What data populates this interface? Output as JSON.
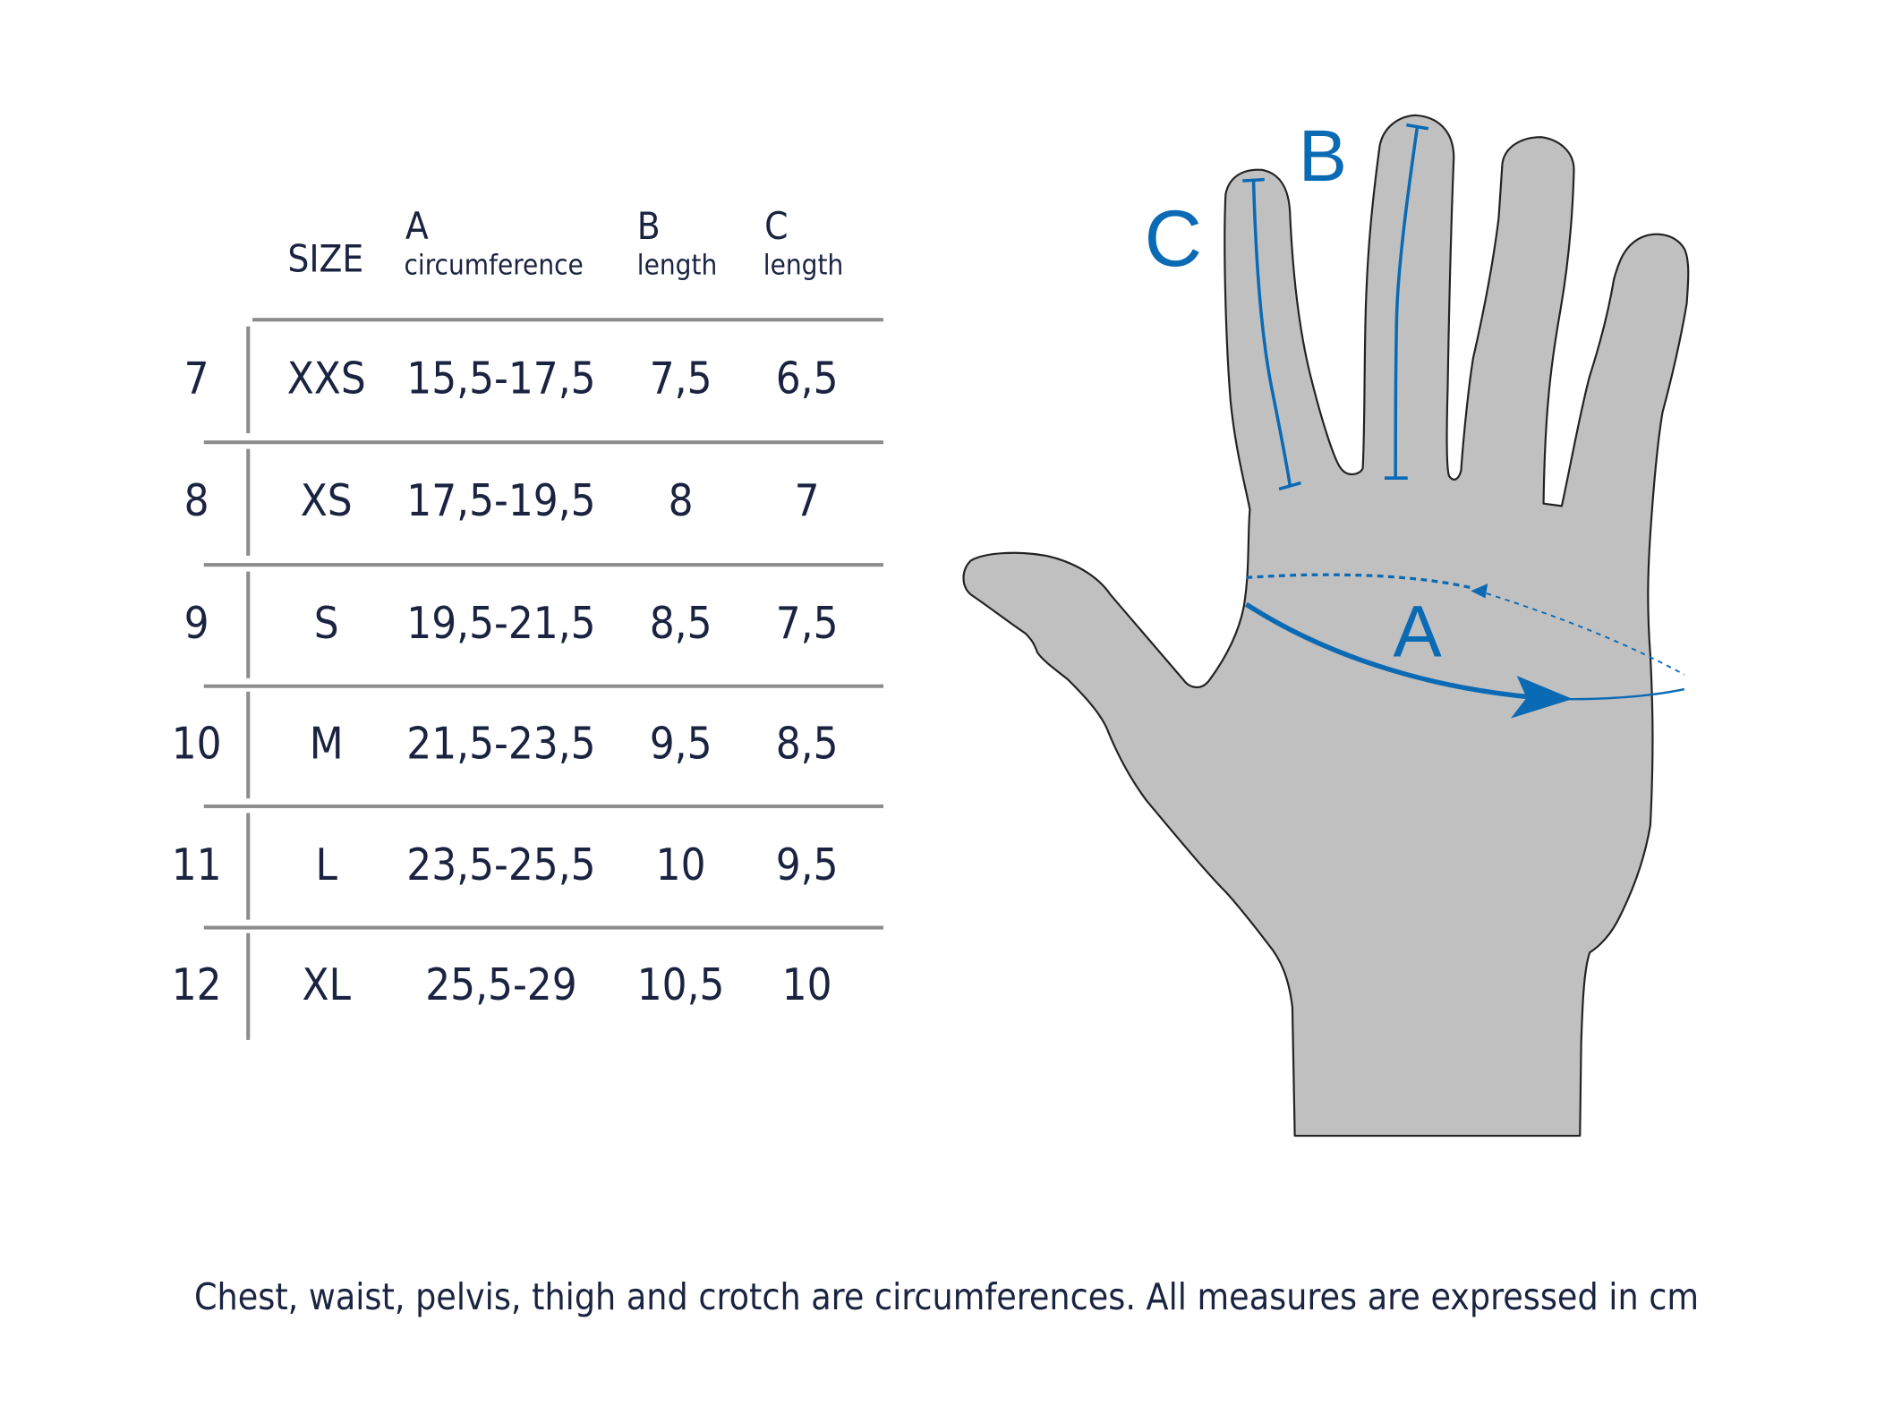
{
  "table": {
    "headers": {
      "size": "SIZE",
      "a_letter": "A",
      "a_label": "circumference",
      "b_letter": "B",
      "b_label": "length",
      "c_letter": "C",
      "c_label": "length"
    },
    "rows": [
      {
        "number": "7",
        "size": "XXS",
        "a": "15,5-17,5",
        "b": "7,5",
        "c": "6,5"
      },
      {
        "number": "8",
        "size": "XS",
        "a": "17,5-19,5",
        "b": "8",
        "c": "7"
      },
      {
        "number": "9",
        "size": "S",
        "a": "19,5-21,5",
        "b": "8,5",
        "c": "7,5"
      },
      {
        "number": "10",
        "size": "M",
        "a": "21,5-23,5",
        "b": "9,5",
        "c": "8,5"
      },
      {
        "number": "11",
        "size": "L",
        "a": "23,5-25,5",
        "b": "10",
        "c": "9,5"
      },
      {
        "number": "12",
        "size": "XL",
        "a": "25,5-29",
        "b": "10,5",
        "c": "10"
      }
    ]
  },
  "diagram": {
    "label_a": "A",
    "label_b": "B",
    "label_c": "C",
    "colors": {
      "accent": "#0a6ab4",
      "hand_fill": "#c0c0c0",
      "text": "#1a2340",
      "rule": "#8c8c8c"
    }
  },
  "footer": "Chest, waist, pelvis, thigh and crotch are circumferences. All measures are expressed in cm"
}
